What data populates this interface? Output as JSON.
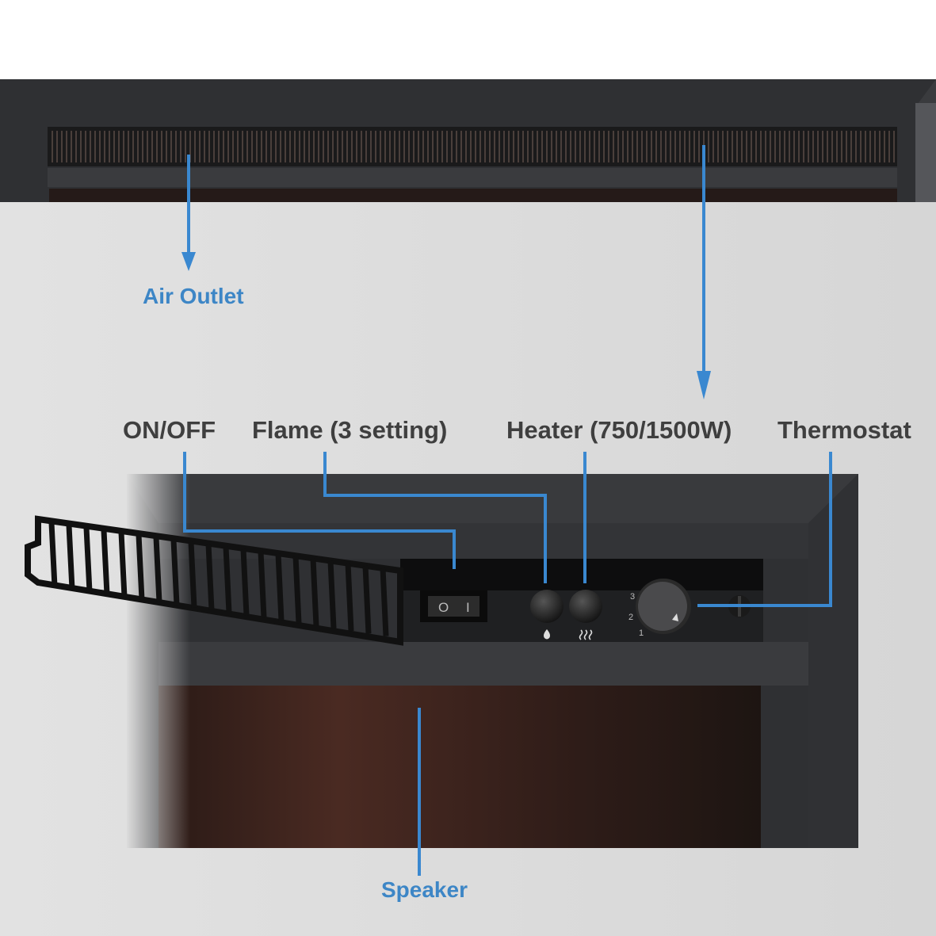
{
  "labels": {
    "air_outlet": "Air Outlet",
    "on_off": "ON/OFF",
    "flame": "Flame (3 setting)",
    "heater": "Heater (750/1500W)",
    "thermostat": "Thermostat",
    "speaker": "Speaker"
  },
  "switch_symbols": {
    "off": "O",
    "on": "I"
  },
  "dial_marks": [
    "1",
    "2",
    "3"
  ],
  "colors": {
    "callout_blue": "#3a88d0",
    "label_blue": "#3d86c6",
    "label_dark": "#3f3f3f",
    "background": "#dedede",
    "fireplace_body": "#2b2c2e"
  },
  "icons": [
    "flame-icon",
    "heat-waves-icon"
  ]
}
